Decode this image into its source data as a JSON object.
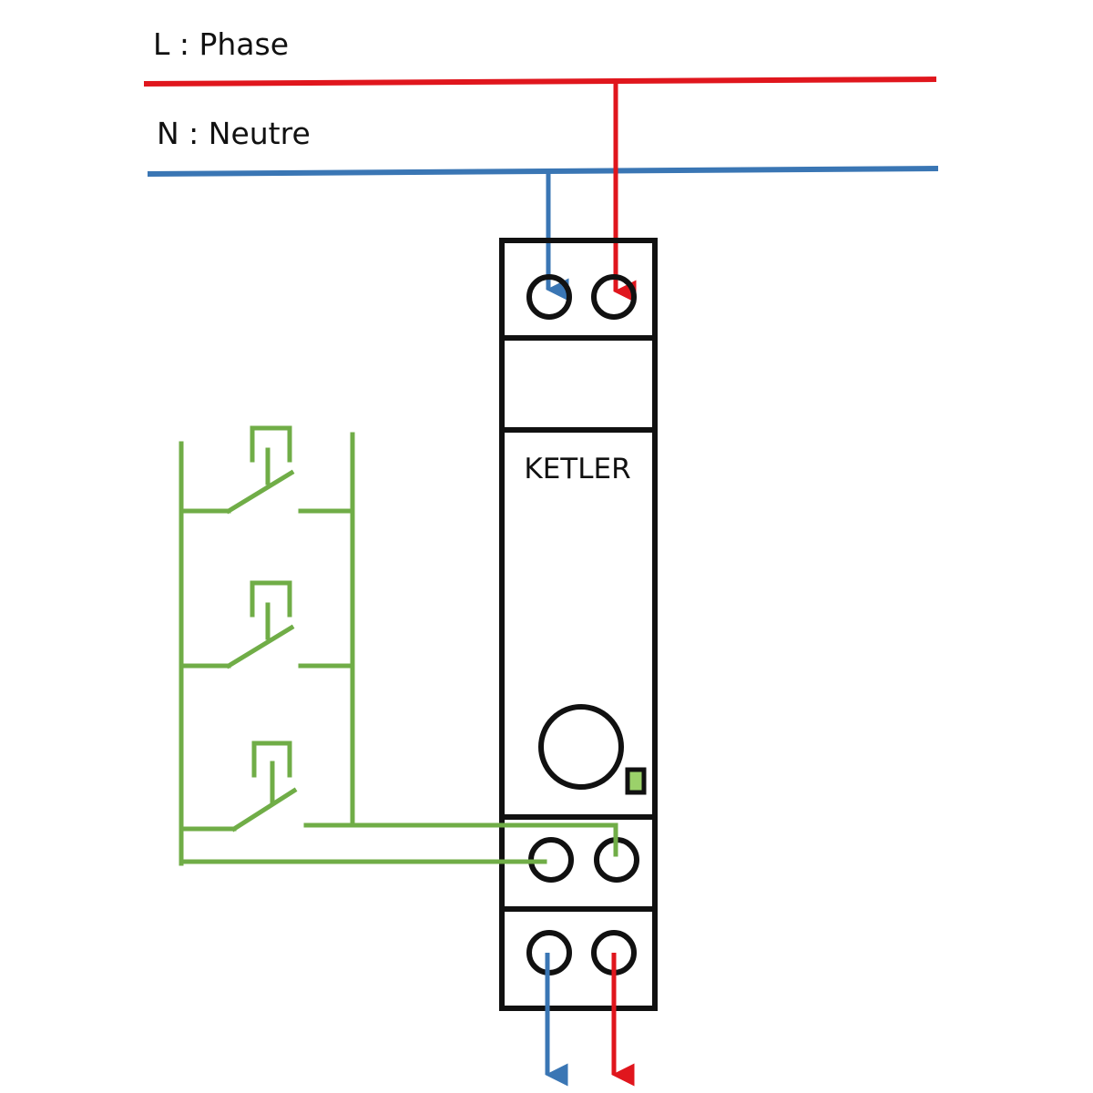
{
  "labels": {
    "phase": "L : Phase",
    "neutral": "N : Neutre"
  },
  "device": {
    "brand": "KETLER"
  },
  "colors": {
    "phase": "#e0161d",
    "neutral": "#3a76b4",
    "control": "#70ad47",
    "outline": "#111111",
    "indicator": "#9bd16a"
  },
  "switches": {
    "count": 3,
    "type": "push-button"
  }
}
